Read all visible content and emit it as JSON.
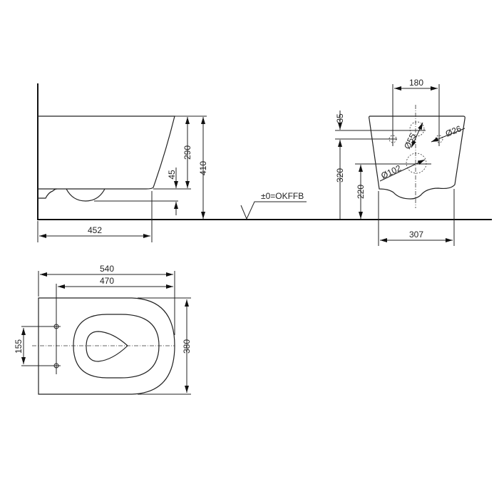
{
  "side_view": {
    "dim_depth": "452",
    "dim_height_top": "290",
    "dim_total_height": "410",
    "dim_bottom": "45",
    "floor_reference": "±0=OKFFB"
  },
  "front_view": {
    "dim_bolt_spacing": "180",
    "dim_vertical_offset": "35",
    "dim_bolt_height": "320",
    "dim_outlet_height": "220",
    "dim_width": "307",
    "dia_inlet": "Ø55",
    "dia_bolt": "Ø26",
    "dia_outlet": "Ø102"
  },
  "plan_view": {
    "dim_length": "540",
    "dim_projection": "470",
    "dim_width": "380",
    "dim_bolt_spacing": "155"
  }
}
